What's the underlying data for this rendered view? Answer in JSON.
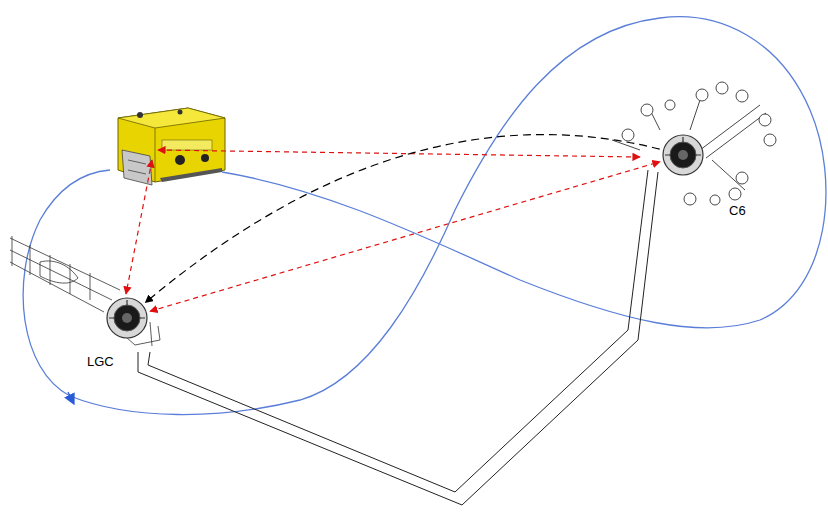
{
  "diagram": {
    "nodes": [
      {
        "text": [
          "LGC"
        ]
      },
      {
        "text": [
          "C6"
        ]
      }
    ],
    "edges": [
      {
        "from": 0,
        "to": 1,
        "arrow": "both"
      },
      {
        "from": 1,
        "to": 0,
        "arrow": "to"
      }
    ]
  }
}
